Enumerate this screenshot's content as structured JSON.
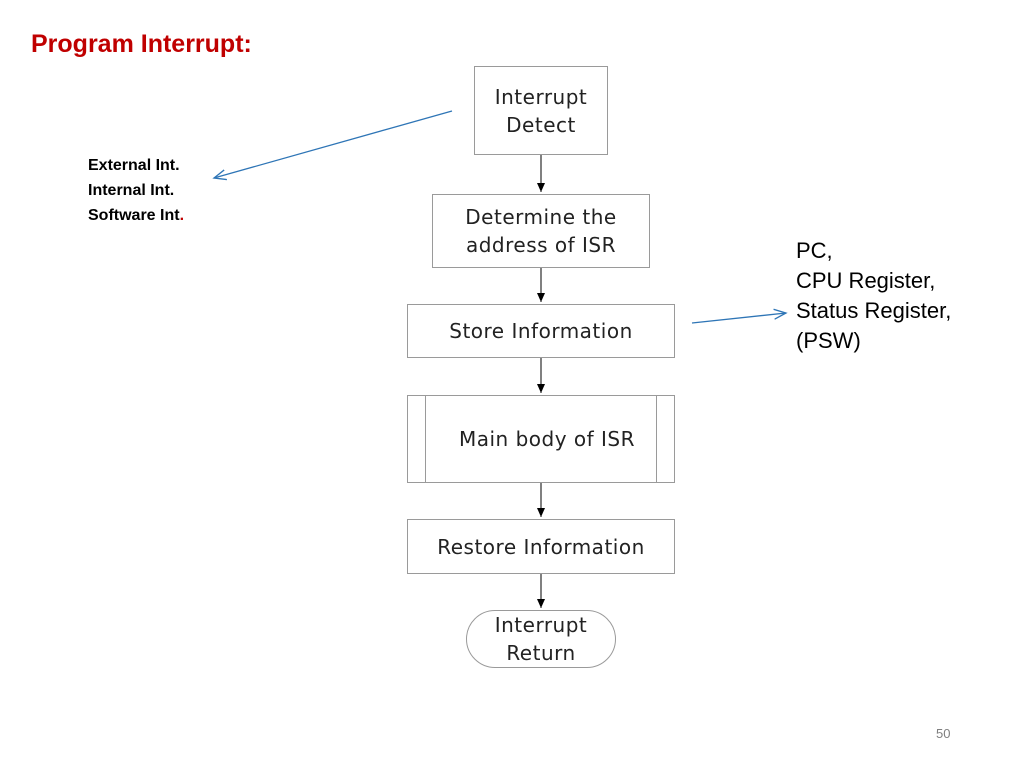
{
  "title": "Program Interrupt:",
  "flow": {
    "interrupt_detect": "Interrupt\nDetect",
    "determine_address": "Determine the\naddress of ISR",
    "store_information": "Store Information",
    "main_body": "Main body of ISR",
    "restore_information": "Restore Information",
    "interrupt_return": "Interrupt\nReturn"
  },
  "interrupt_sources": {
    "external": "External Int.",
    "internal": "Internal Int.",
    "software": "Software Int",
    "software_period": "."
  },
  "stored_items": {
    "pc": "PC,",
    "cpu_register": "CPU Register,",
    "status_register": "Status Register,",
    "psw": "(PSW)"
  },
  "page_number": "50",
  "colors": {
    "title": "#c00000",
    "arrow_blue": "#2e75b6",
    "box_border": "#9a9a9a"
  }
}
